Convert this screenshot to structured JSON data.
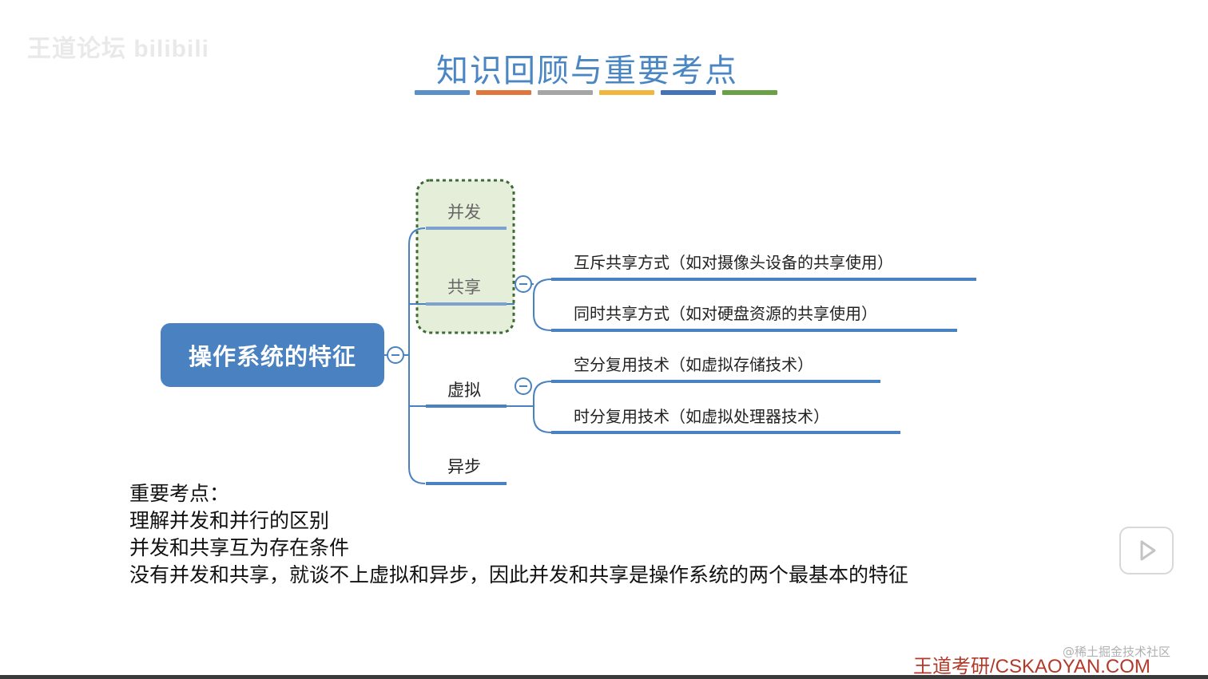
{
  "watermark": "王道论坛 bilibili",
  "title": "知识回顾与重要考点",
  "title_bar_colors": [
    "#5b8fc7",
    "#e0773a",
    "#a5a5a5",
    "#f2b63c",
    "#4673b8",
    "#6aa046"
  ],
  "mindmap": {
    "root": "操作系统的特征",
    "branches": {
      "concurrency": "并发",
      "sharing": "共享",
      "virtual": "虚拟",
      "async": "异步"
    },
    "sharing_children": [
      "互斥共享方式（如对摄像头设备的共享使用）",
      "同时共享方式（如对硬盘资源的共享使用）"
    ],
    "virtual_children": [
      "空分复用技术（如虚拟存储技术）",
      "时分复用技术（如虚拟处理器技术）"
    ],
    "collapse_symbol": "−"
  },
  "notes": {
    "heading": "重要考点：",
    "lines": [
      "理解并发和并行的区别",
      "并发和共享互为存在条件",
      "没有并发和共享，就谈不上虚拟和异步，因此并发和共享是操作系统的两个最基本的特征"
    ]
  },
  "footer": {
    "brand": "王道考研/CSKAOYAN.COM",
    "credit": "@稀土掘金技术社区"
  },
  "colors": {
    "line": "#4a82c1",
    "root_fill": "#4a82c1",
    "highlight_fill": "#e4eed8",
    "highlight_border": "#3e6b33",
    "title": "#4a86c4"
  }
}
